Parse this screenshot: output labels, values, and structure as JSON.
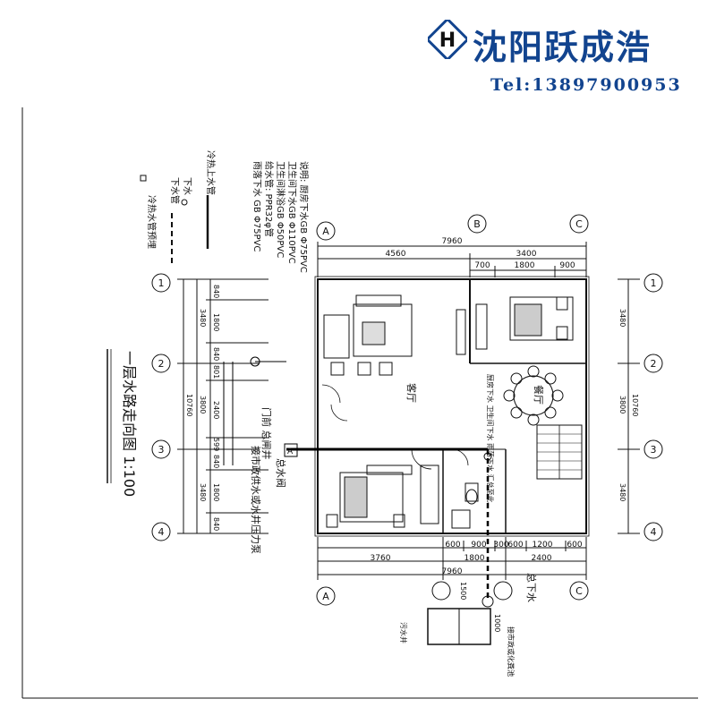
{
  "header": {
    "logo": "house-h-logo",
    "company_name": "沈阳跃成浩",
    "phone": "Tel:13897900953",
    "brand_color": "#12448f"
  },
  "drawing": {
    "title": "一层水路走向图 1:100",
    "notes": "说明: 厨房下水GB Φ75PVC\n卫生间下水GB Φ110PVC\n卫生间淋浴GB Φ50PVC\n给水管: PPR32φ管\n雨落下水 GB Φ75PVC",
    "legend": {
      "hot_cold_supply": "冷热上水管",
      "drain": "下水",
      "downpipe": "下水管",
      "hot_cold_reserve": "冷热水管预埋"
    },
    "axes": {
      "columns": [
        "A",
        "B",
        "C"
      ],
      "rows": [
        "1",
        "2",
        "3",
        "4"
      ]
    },
    "dimensions": {
      "top_total": "7960",
      "top_a_b": "4560",
      "top_b_c": "3400",
      "top_sub": [
        "700",
        "1800",
        "900"
      ],
      "bottom_total": "7960",
      "bottom_a": "3760",
      "bottom_b": "1800",
      "bottom_c": "2400",
      "bottom_sub": [
        "600",
        "900",
        "300",
        "600",
        "1200",
        "600"
      ],
      "left_total": "10760",
      "left_spans": [
        "3480",
        "3800",
        "3480"
      ],
      "left_sub": [
        "840",
        "1800",
        "840",
        "801",
        "2400",
        "599",
        "840",
        "1800",
        "840"
      ],
      "right_total": "10760",
      "right_spans": [
        "3480",
        "3800",
        "3480"
      ]
    },
    "rooms": {
      "living_room": "客厅",
      "dining_room": "餐厅"
    },
    "callouts": {
      "gate_valve": "门前 总闸井",
      "main_valve": "总水阀",
      "main_valve_marker": "A",
      "municipal_water": "接市政供水或水井压力泵",
      "kitchen_note": "厨房下水 卫生间下水 雨落下水 汇总至此",
      "drain_out": "总下水",
      "septic_tank": "污水井",
      "sewer_note": "接市政或化粪池",
      "distance_note": "1500",
      "tank_dim": "1000"
    }
  },
  "colors": {
    "line": "#111111",
    "water_main": "#000000"
  }
}
